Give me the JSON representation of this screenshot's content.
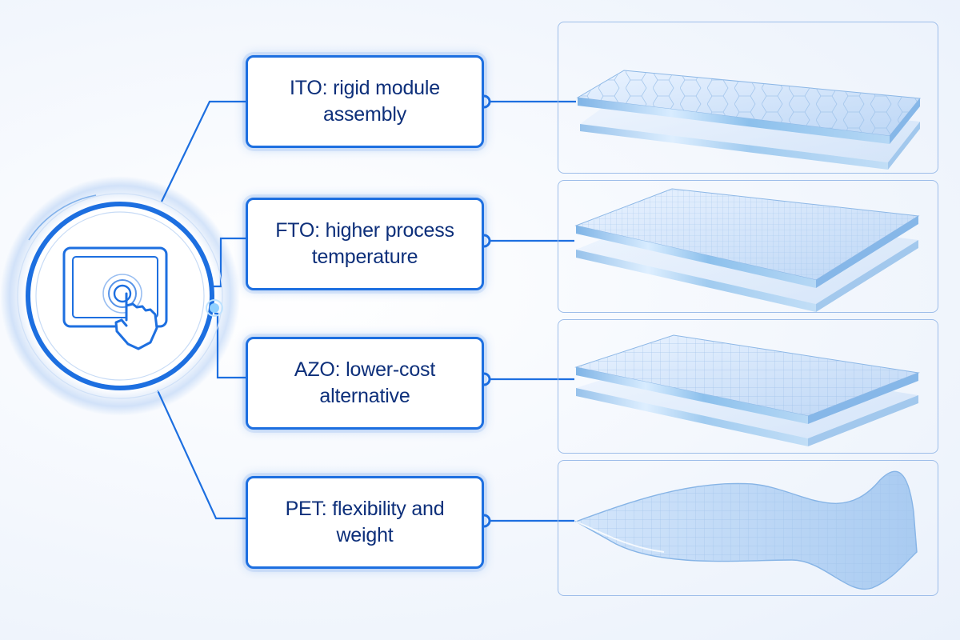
{
  "diagram": {
    "hub_icon": "touch-screen-icon",
    "accent_color": "#1d6fe0",
    "text_color": "#0d2f7a",
    "items": [
      {
        "label": "ITO: rigid module assembly",
        "material": "rigid-glass-layers-icon"
      },
      {
        "label": "FTO: higher process temperature",
        "material": "glass-layers-fine-grid-icon"
      },
      {
        "label": "AZO: lower-cost alternative",
        "material": "glass-layers-grid-icon"
      },
      {
        "label": "PET: flexibility and weight",
        "material": "flexible-film-icon"
      }
    ]
  }
}
